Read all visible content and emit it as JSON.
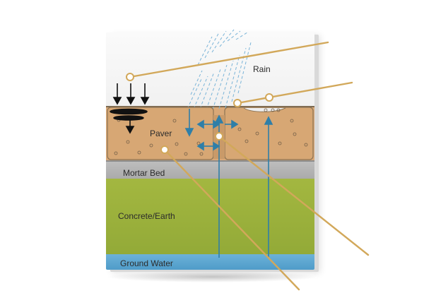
{
  "diagram": {
    "labels": {
      "rain": "Rain",
      "paver": "Paver",
      "mortar_bed": "Mortar Bed",
      "concrete_earth": "Concrete/Earth",
      "ground_water": "Ground Water"
    },
    "colors": {
      "sky": "#f4f4f4",
      "paver": "#d9a877",
      "mortar": "#b3b3b3",
      "concrete": "#9cb03c",
      "ground_water": "#5aa4cf",
      "water_arrow": "#2f7fa8",
      "pointer_rod": "#d2a85a",
      "black_arrow": "#111111"
    },
    "icons": {
      "rain": "rain-streaks",
      "flow": "water-flow-arrow",
      "infiltration": "black-down-arrow",
      "pointer": "pointer-rod"
    }
  }
}
